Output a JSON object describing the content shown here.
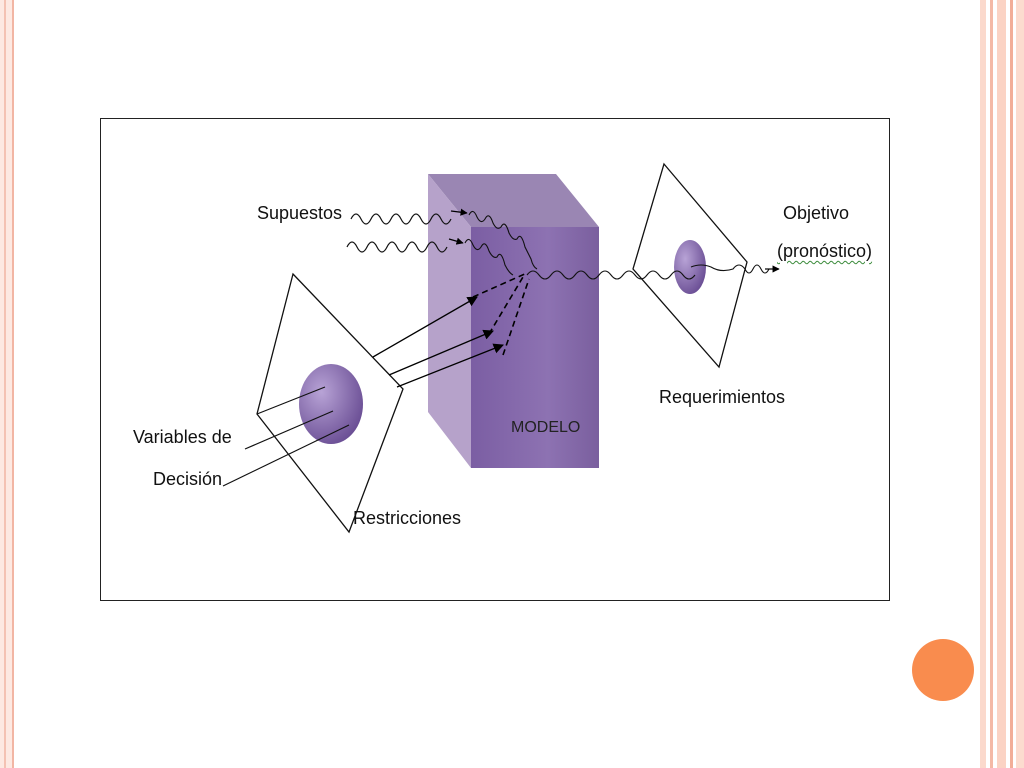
{
  "diagram": {
    "labels": {
      "supuestos": "Supuestos",
      "objetivo_line1": "Objetivo",
      "objetivo_line2": "(pronóstico)",
      "requerimientos": "Requerimientos",
      "modelo": "MODELO",
      "variables_line1": "Variables  de",
      "variables_line2": "Decisión",
      "restricciones": "Restricciones"
    }
  },
  "theme": {
    "model_front": "#8b6fae",
    "model_side": "#b7a3cc",
    "model_top": "#9c88b4",
    "sphere": "#8064a8",
    "accent_dot": "#f98c4e",
    "border_pink": "#f2b6a4"
  }
}
